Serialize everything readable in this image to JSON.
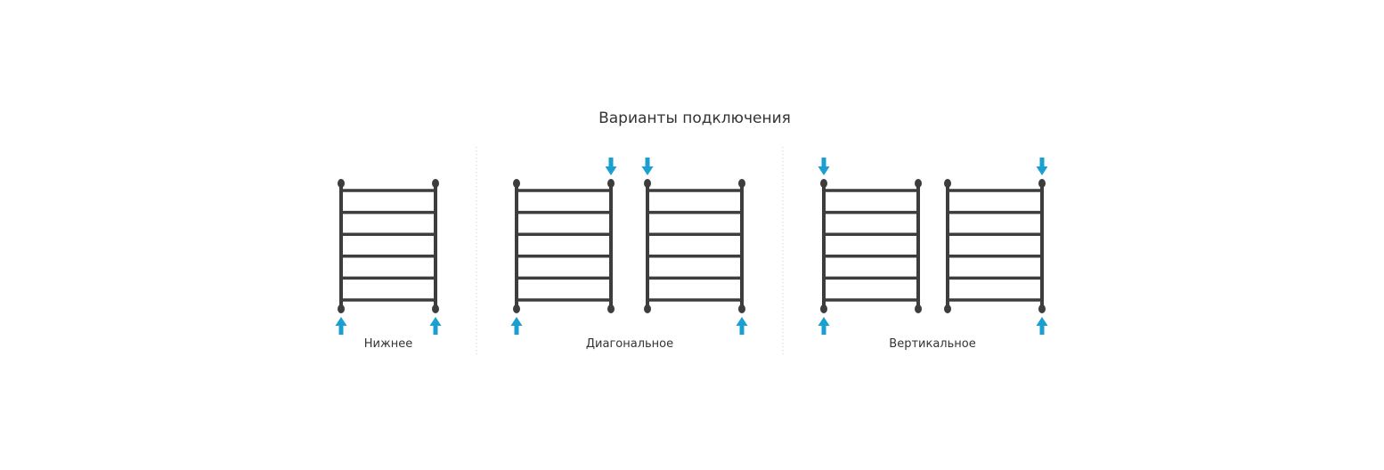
{
  "title": "Варианты подключения",
  "colors": {
    "rail": "#3d3d3d",
    "arrow": "#1a9fd0",
    "divider": "#cccccc"
  },
  "groups": [
    {
      "label": "Нижнее",
      "radiators": [
        {
          "arrows": {
            "bottom-left": "up",
            "bottom-right": "up"
          }
        }
      ]
    },
    {
      "label": "Диагональное",
      "radiators": [
        {
          "arrows": {
            "top-right": "down",
            "bottom-left": "up"
          }
        },
        {
          "arrows": {
            "top-left": "down",
            "bottom-right": "up"
          }
        }
      ]
    },
    {
      "label": "Вертикальное",
      "radiators": [
        {
          "arrows": {
            "top-left": "down",
            "bottom-left": "up"
          }
        },
        {
          "arrows": {
            "top-right": "down",
            "bottom-right": "up"
          }
        }
      ]
    }
  ],
  "rungs_per_radiator": 6
}
